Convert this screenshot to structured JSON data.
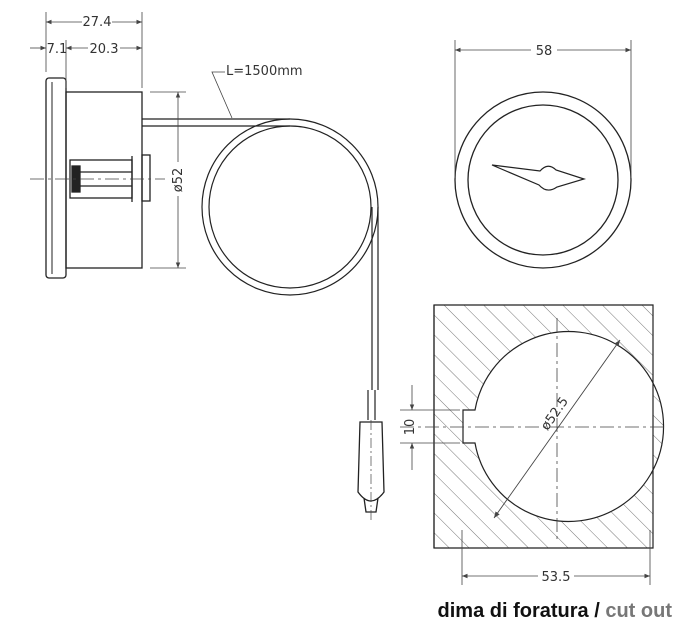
{
  "dimensions": {
    "overall_depth": "27.4",
    "bezel_depth": "7.1",
    "body_depth": "20.3",
    "capillary_length": "L=1500mm",
    "body_diameter": "ø52",
    "front_diameter": "58",
    "cutout_diameter": "ø52.5",
    "cutout_key": "10",
    "cutout_width": "53.5"
  },
  "caption": {
    "main": "dima di foratura",
    "separator": " / ",
    "sub": "cut out"
  },
  "colors": {
    "line": "#222222",
    "dim": "#444444",
    "hatch": "#777777",
    "caption_sub": "#777777"
  }
}
